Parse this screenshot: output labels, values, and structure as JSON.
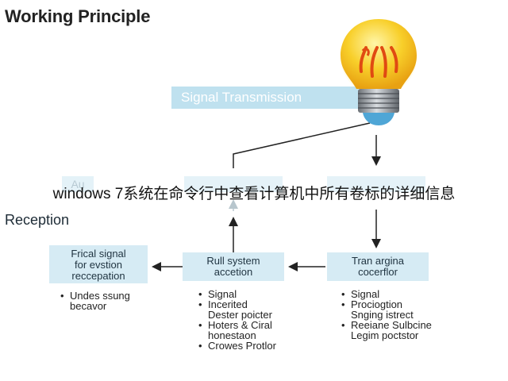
{
  "title": "Working Principle",
  "banner": "Signal Transmission",
  "ghost_left": "Au",
  "overlay_text": "windows 7系统在命令行中查看计算机中所有卷标的详细信息",
  "reception_label": "Reception",
  "boxes": {
    "left": "Frical signal\nfor evstion\nreccepation",
    "middle": "Rull system\naccetion",
    "right": "Tran argina\ncocerflor"
  },
  "lists": {
    "left": [
      "Undes ssung\nbecavor"
    ],
    "middle": [
      "Signal",
      "Incerited\nDester poicter",
      "Hoters & Ciral\nhonestaon",
      "Crowes Protlor"
    ],
    "right": [
      "Signal",
      "Prociogtion\nSnging istrect",
      "Reeiane Sulbcine\nLegim poctstor"
    ]
  },
  "colors": {
    "box_fill": "#d6ebf4",
    "banner_fill": "#bfe1ef",
    "bulb_glass": "#f5c21c",
    "bulb_base": "#8a8f95",
    "bulb_tip": "#4fa6d6"
  },
  "icons": [
    "light-bulb-icon"
  ]
}
